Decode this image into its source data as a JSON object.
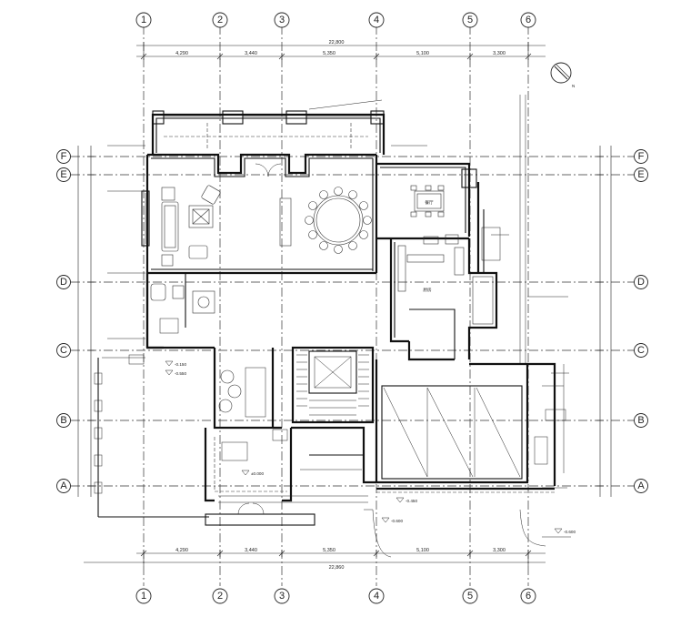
{
  "axes": {
    "columns": [
      "1",
      "2",
      "3",
      "4",
      "5",
      "6"
    ],
    "rows": [
      "F",
      "E",
      "D",
      "C",
      "B",
      "A"
    ]
  },
  "dimensions": {
    "top_segments": [
      "4,290",
      "3,440",
      "5,350",
      "5,100",
      "3,300"
    ],
    "top_total": "22,800",
    "bottom_segments": [
      "4,290",
      "3,440",
      "5,350",
      "5,100",
      "3,300"
    ],
    "bottom_total": "22,860"
  },
  "room_labels": {
    "dining": "餐厅",
    "kitchen": "厨房"
  },
  "elevations": {
    "e1": "-0.150",
    "e2": "-0.550",
    "e3": "±0.000",
    "e4": "-0.450",
    "e5": "-0.600",
    "e6": "-0.600"
  },
  "colors": {
    "line": "#111111",
    "background": "#ffffff"
  },
  "icons": {
    "north": "north-arrow-icon"
  }
}
